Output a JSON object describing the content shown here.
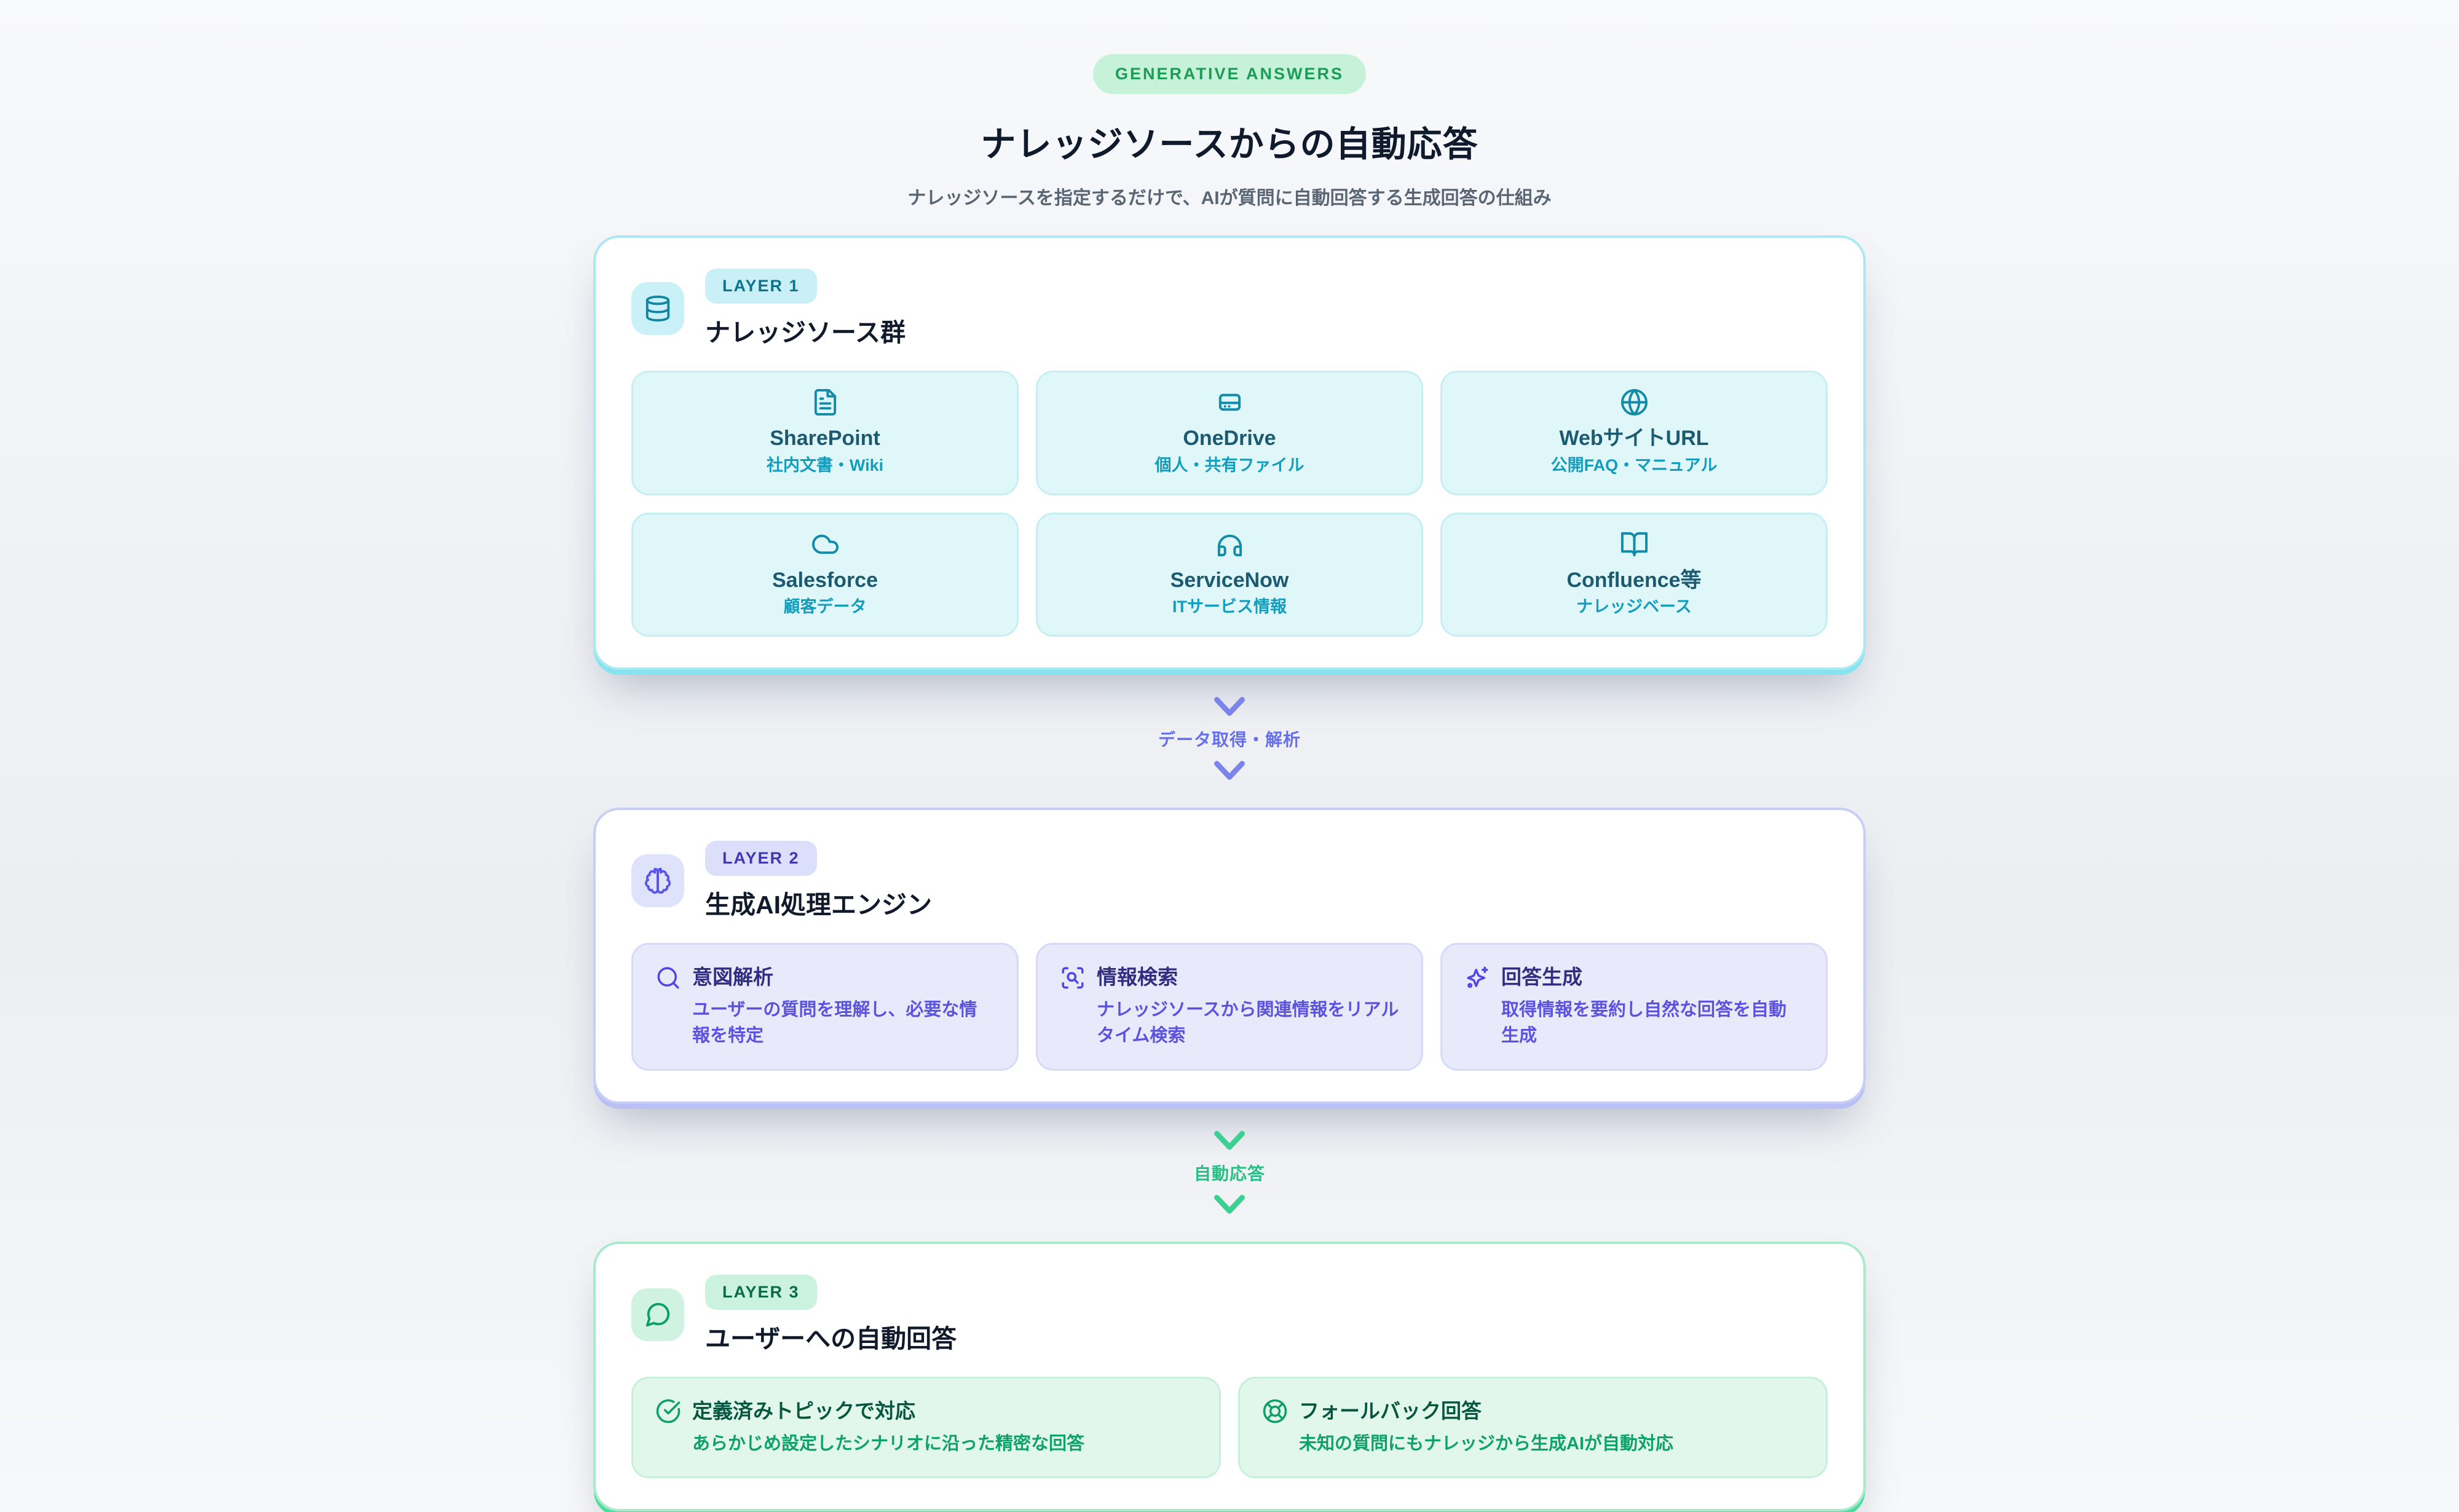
{
  "header": {
    "badge": "GENERATIVE ANSWERS",
    "title": "ナレッジソースからの自動応答",
    "subtitle": "ナレッジソースを指定するだけで、AIが質問に自動回答する生成回答の仕組み"
  },
  "layers": [
    {
      "badge": "LAYER 1",
      "title": "ナレッジソース群",
      "icon": "database-icon",
      "accent": "#128BA8",
      "cards": [
        {
          "icon": "file-text-icon",
          "name": "SharePoint",
          "desc": "社内文書・Wiki"
        },
        {
          "icon": "hard-drive-icon",
          "name": "OneDrive",
          "desc": "個人・共有ファイル"
        },
        {
          "icon": "globe-icon",
          "name": "WebサイトURL",
          "desc": "公開FAQ・マニュアル"
        },
        {
          "icon": "cloud-icon",
          "name": "Salesforce",
          "desc": "顧客データ"
        },
        {
          "icon": "headphones-icon",
          "name": "ServiceNow",
          "desc": "ITサービス情報"
        },
        {
          "icon": "book-open-icon",
          "name": "Confluence等",
          "desc": "ナレッジベース"
        }
      ]
    },
    {
      "badge": "LAYER 2",
      "title": "生成AI処理エンジン",
      "icon": "brain-icon",
      "accent": "#4F46E5",
      "cards": [
        {
          "icon": "search-icon",
          "name": "意図解析",
          "desc": "ユーザーの質問を理解し、必要な情報を特定"
        },
        {
          "icon": "scan-search-icon",
          "name": "情報検索",
          "desc": "ナレッジソースから関連情報をリアルタイム検索"
        },
        {
          "icon": "sparkles-icon",
          "name": "回答生成",
          "desc": "取得情報を要約し自然な回答を自動生成"
        }
      ]
    },
    {
      "badge": "LAYER 3",
      "title": "ユーザーへの自動回答",
      "icon": "message-circle-icon",
      "accent": "#0D9E6A",
      "cards": [
        {
          "icon": "circle-check-icon",
          "name": "定義済みトピックで対応",
          "desc": "あらかじめ設定したシナリオに沿った精密な回答"
        },
        {
          "icon": "life-buoy-icon",
          "name": "フォールバック回答",
          "desc": "未知の質問にもナレッジから生成AIが自動対応"
        }
      ]
    }
  ],
  "connectors": [
    {
      "label": "データ取得・解析",
      "icon": "chevron-down-icon",
      "color": "#6770E8"
    },
    {
      "label": "自動応答",
      "icon": "chevron-down-icon",
      "color": "#27C084"
    }
  ],
  "colors": {
    "hero_badge_bg": "#C6F2DA",
    "hero_badge_text": "#1D9C56",
    "layer1_border": "#86E4F0",
    "layer2_border": "#B9C1F4",
    "layer3_border": "#52DCA0",
    "title_text": "#0F1B2D"
  }
}
